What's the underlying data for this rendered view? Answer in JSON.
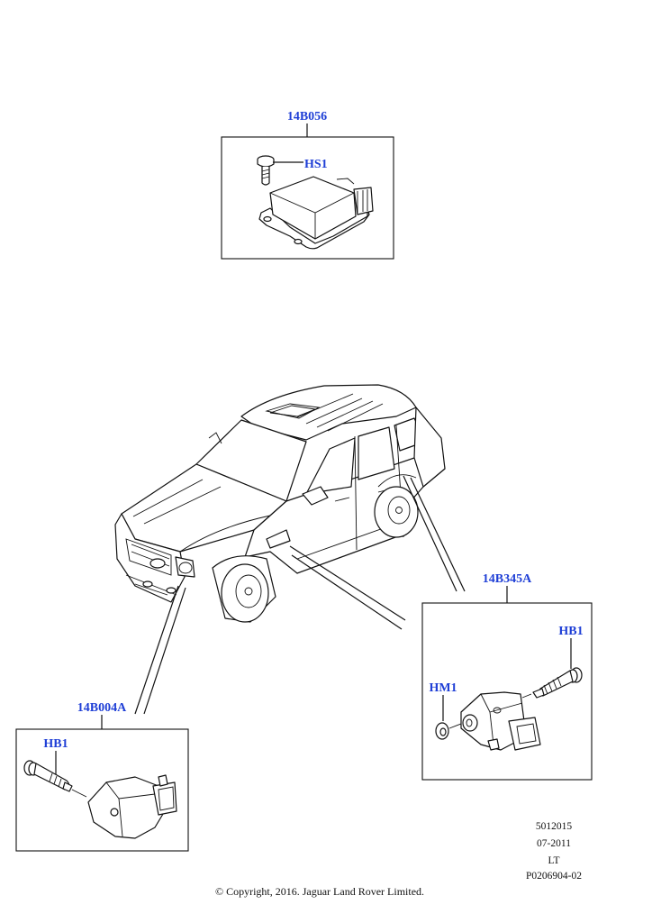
{
  "callouts": {
    "module_part": "14B056",
    "module_screw": "HS1",
    "front_sensor_part": "14B004A",
    "front_sensor_bolt": "HB1",
    "side_sensor_part": "14B345A",
    "side_sensor_bolt": "HB1",
    "side_sensor_nut": "HM1"
  },
  "meta": {
    "code": "5012015",
    "date": "07-2011",
    "side": "LT",
    "illustration_id": "P0206904-02"
  },
  "copyright": "© Copyright, 2016. Jaguar Land Rover Limited.",
  "colors": {
    "callout": "#1f3fd6",
    "line": "#111111"
  }
}
